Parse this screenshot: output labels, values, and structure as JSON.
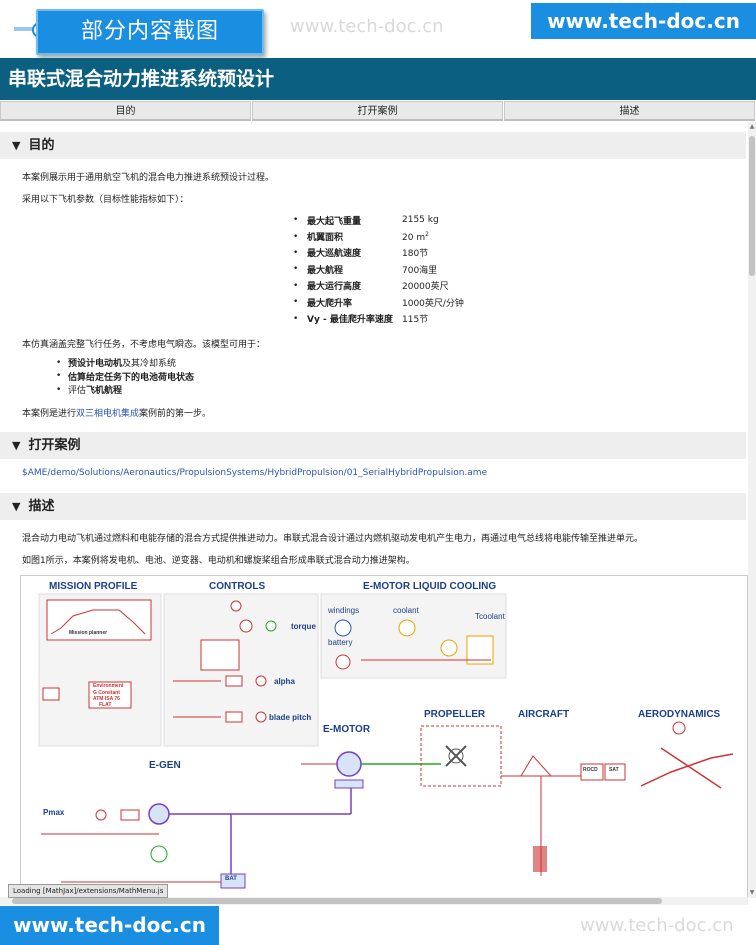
{
  "overlay": {
    "badge": "部分内容截图",
    "watermark_top_faint": "www.tech-doc.cn",
    "watermark_top_box": "www.tech-doc.cn",
    "watermark_bottom_box": "www.tech-doc.cn",
    "watermark_bottom_faint": "www.tech-doc.cn"
  },
  "page": {
    "title": "串联式混合动力推进系统预设计"
  },
  "tabs": [
    {
      "label": "目的"
    },
    {
      "label": "打开案例"
    },
    {
      "label": "描述"
    }
  ],
  "sections": {
    "purpose": {
      "heading": "目的",
      "intro": "本案例展示用于通用航空飞机的混合电力推进系统预设计过程。",
      "params_intro": "采用以下飞机参数（目标性能指标如下）：",
      "params": [
        {
          "name": "最大起飞重量",
          "value": "2155 kg"
        },
        {
          "name": "机翼面积",
          "value": "20 m",
          "sup": "2"
        },
        {
          "name": "最大巡航速度",
          "value": "180节"
        },
        {
          "name": "最大航程",
          "value": "700海里"
        },
        {
          "name": "最大运行高度",
          "value": "20000英尺"
        },
        {
          "name": "最大爬升率",
          "value": "1000英尺/分钟"
        },
        {
          "name": "Vy - 最佳爬升率速度",
          "value": "115节"
        }
      ],
      "mission_text": "本仿真涵盖完整飞行任务，不考虑电气瞬态。该模型可用于：",
      "uses": [
        {
          "bold": "预设计电动机",
          "rest": "及其冷却系统"
        },
        {
          "bold": "估算给定任务下的电池荷电状态",
          "rest": ""
        },
        {
          "pre": "评估",
          "bold": "飞机航程",
          "rest": ""
        }
      ],
      "next_pre": "本案例是进行",
      "next_link": "双三相电机集成",
      "next_post": "案例前的第一步。"
    },
    "open": {
      "heading": "打开案例",
      "path": "$AME/demo/Solutions/Aeronautics/PropulsionSystems/HybridPropulsion/01_SerialHybridPropulsion.ame"
    },
    "description": {
      "heading": "描述",
      "p1": "混合动力电动飞机通过燃料和电能存储的混合方式提供推进动力。串联式混合设计通过内燃机驱动发电机产生电力，再通过电气总线将电能传输至推进单元。",
      "p2": "如图1所示，本案例将发电机、电池、逆变器、电动机和螺旋桨组合形成串联式混合动力推进架构。"
    }
  },
  "diagram": {
    "labels": {
      "mission": "MISSION PROFILE",
      "controls": "CONTROLS",
      "cooling": "E-MOTOR LIQUID COOLING",
      "propeller": "PROPELLER",
      "aircraft": "AIRCRAFT",
      "aero": "AERODYNAMICS",
      "emotor": "E-MOTOR",
      "egen": "E-GEN",
      "pmax": "Pmax",
      "torque": "torque",
      "alpha": "alpha",
      "blade": "blade pitch",
      "windings": "windings",
      "coolant": "coolant",
      "tcoolant": "Tcoolant",
      "battery": "battery",
      "mission_planner": "Mission planner",
      "env": "Environment",
      "env_rows": [
        "G  Constant",
        "ATM  ISA 76",
        "FLAT"
      ],
      "bat": "BAT",
      "rocd": "ROCD",
      "sat": "SAT"
    }
  },
  "status": {
    "loading": "Loading [MathJax]/extensions/MathMenu.js"
  }
}
